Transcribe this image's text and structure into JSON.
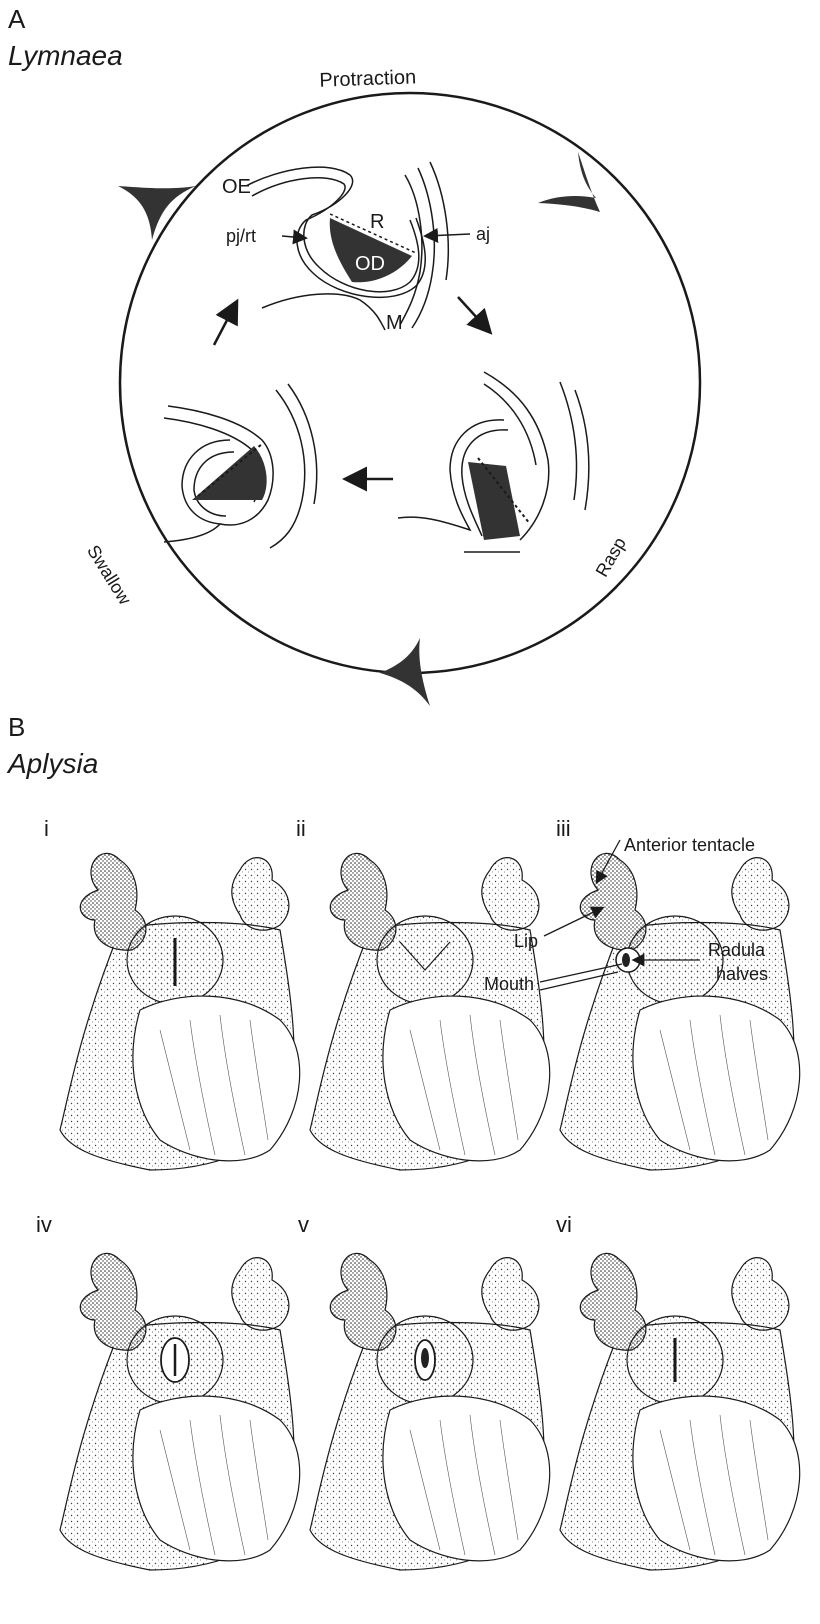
{
  "panel_a": {
    "letter": "A",
    "species": "Lymnaea",
    "phases": {
      "protraction": "Protraction",
      "rasp": "Rasp",
      "swallow": "Swallow"
    },
    "structure_labels": {
      "oe": "OE",
      "r": "R",
      "od": "OD",
      "pj_rt": "pj/rt",
      "aj": "aj",
      "m": "M"
    }
  },
  "panel_b": {
    "letter": "B",
    "species": "Aplysia",
    "sub_panels": [
      "i",
      "ii",
      "iii",
      "iv",
      "v",
      "vi"
    ],
    "annotations": {
      "anterior_tentacle": "Anterior tentacle",
      "lip": "Lip",
      "radula_line1": "Radula",
      "radula_line2": "halves",
      "mouth": "Mouth"
    }
  },
  "colors": {
    "ink": "#1a1a1a",
    "fill_dark": "#333333",
    "background": "#ffffff"
  }
}
